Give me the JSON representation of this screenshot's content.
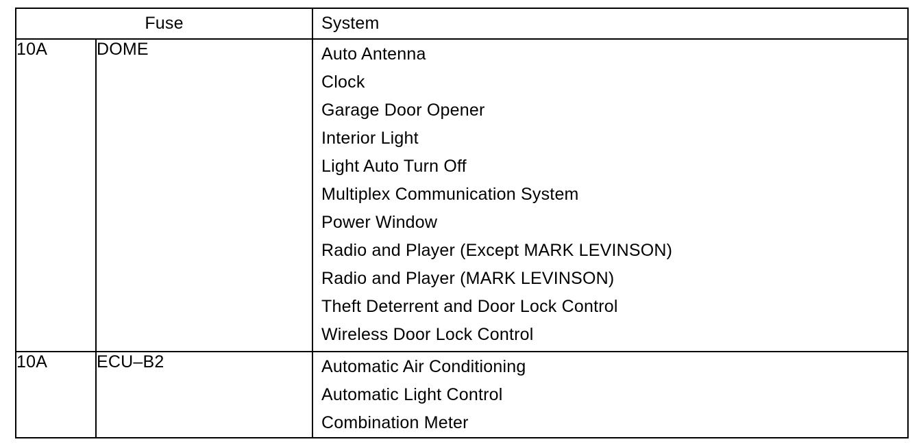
{
  "table": {
    "headers": {
      "fuse": "Fuse",
      "system": "System"
    },
    "rows": [
      {
        "amperage": "10A",
        "fuse_name": "DOME",
        "systems": [
          "Auto Antenna",
          "Clock",
          "Garage Door Opener",
          "Interior Light",
          "Light Auto Turn Off",
          "Multiplex Communication System",
          "Power Window",
          "Radio and Player (Except MARK LEVINSON)",
          "Radio and Player (MARK LEVINSON)",
          "Theft Deterrent and Door Lock Control",
          "Wireless Door Lock Control"
        ]
      },
      {
        "amperage": "10A",
        "fuse_name": "ECU–B2",
        "systems": [
          "Automatic Air Conditioning",
          "Automatic Light Control",
          "Combination Meter"
        ]
      }
    ]
  },
  "colors": {
    "border": "#000000",
    "text": "#000000",
    "background": "#ffffff"
  }
}
